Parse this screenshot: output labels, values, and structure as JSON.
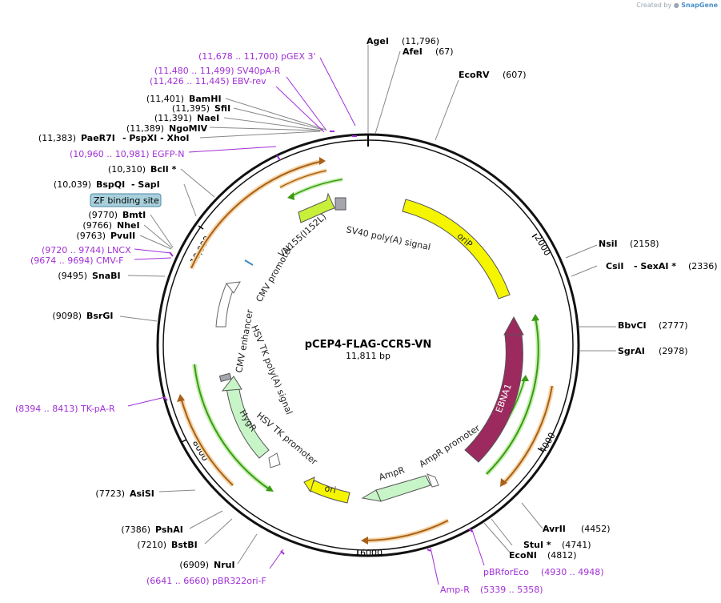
{
  "credit": {
    "prefix": "Created by",
    "brand": "SnapGene"
  },
  "plasmid": {
    "name": "pCEP4-FLAG-CCR5-VN",
    "length": 11811,
    "length_label": "11,811 bp"
  },
  "ticks": [
    {
      "label": "2000"
    },
    {
      "label": "4000"
    },
    {
      "label": "6000"
    },
    {
      "label": "8000"
    },
    {
      "label": "10,000"
    }
  ],
  "enzymes_left": [
    {
      "pos": "(11,401)",
      "name": "BamHI"
    },
    {
      "pos": "(11,395)",
      "name": "SfiI"
    },
    {
      "pos": "(11,391)",
      "name": "NaeI"
    },
    {
      "pos": "(11,389)",
      "name": "NgoMIV"
    },
    {
      "pos": "(11,383)",
      "name": "PaeR7I",
      "extra": "- PspXI - XhoI"
    },
    {
      "pos": "(10,310)",
      "name": "BclI *"
    },
    {
      "pos": "(10,039)",
      "name": "BspQI",
      "extra": "- SapI"
    },
    {
      "pos": "(9770)",
      "name": "BmtI"
    },
    {
      "pos": "(9766)",
      "name": "NheI"
    },
    {
      "pos": "(9763)",
      "name": "PvuII"
    },
    {
      "pos": "(9495)",
      "name": "SnaBI"
    },
    {
      "pos": "(9098)",
      "name": "BsrGI"
    },
    {
      "pos": "(7723)",
      "name": "AsiSI"
    },
    {
      "pos": "(7386)",
      "name": "PshAI"
    },
    {
      "pos": "(7210)",
      "name": "BstBI"
    },
    {
      "pos": "(6909)",
      "name": "NruI"
    }
  ],
  "enzymes_right": [
    {
      "name": "AgeI",
      "pos": "(11,796)"
    },
    {
      "name": "AfeI",
      "pos": "(67)"
    },
    {
      "name": "EcoRV",
      "pos": "(607)"
    },
    {
      "name": "NsiI",
      "pos": "(2158)"
    },
    {
      "name": "CsiI",
      "extra": "- SexAI *",
      "pos": "(2336)"
    },
    {
      "name": "BbvCI",
      "pos": "(2777)"
    },
    {
      "name": "SgrAI",
      "pos": "(2978)"
    },
    {
      "name": "AvrII",
      "pos": "(4452)"
    },
    {
      "name": "StuI *",
      "pos": "(4741)"
    },
    {
      "name": "EcoNI",
      "pos": "(4812)"
    }
  ],
  "primers": [
    {
      "text": "(11,678 .. 11,700)  pGEX 3'"
    },
    {
      "text": "(11,480 .. 11,499)  SV40pA-R"
    },
    {
      "text": "(11,426 .. 11,445)  EBV-rev"
    },
    {
      "text": "(10,960 .. 10,981)  EGFP-N"
    },
    {
      "text": "(9720 .. 9744)  LNCX"
    },
    {
      "text": "(9674 .. 9694)  CMV-F"
    },
    {
      "text": "(8394 .. 8413)  TK-pA-R"
    },
    {
      "text": "(6641 .. 6660)  pBR322ori-F"
    },
    {
      "text": "Amp-R",
      "text2": "(5339 .. 5358)"
    },
    {
      "text": "pBRforEco",
      "text2": "(4930 .. 4948)"
    }
  ],
  "feature_labels": {
    "zf": "ZF binding site",
    "orip": "oriP",
    "ebna1": "EBNA1",
    "sv40": "SV40 poly(A) signal",
    "vn155": "VN155(I152L)",
    "cmvp": "CMV promoter",
    "cmve": "CMV enhancer",
    "hsvpa": "HSV TK poly(A) signal",
    "hygr": "HygR",
    "hsvp": "HSV TK promoter",
    "ori": "ori",
    "ampr": "AmpR",
    "amprp": "AmpR promoter"
  },
  "colors": {
    "orip": "#f5f500",
    "ebna1": "#9c2a5e",
    "vn": "#c8f03a",
    "hygr": "#c8f5c8",
    "ampr": "#c8f5c8",
    "ori": "#f5f500",
    "orf_orange": "#e8a040",
    "orf_green": "#3a9a14",
    "primer": "#a12fd6",
    "zf_fill": "#a8d0dc"
  }
}
